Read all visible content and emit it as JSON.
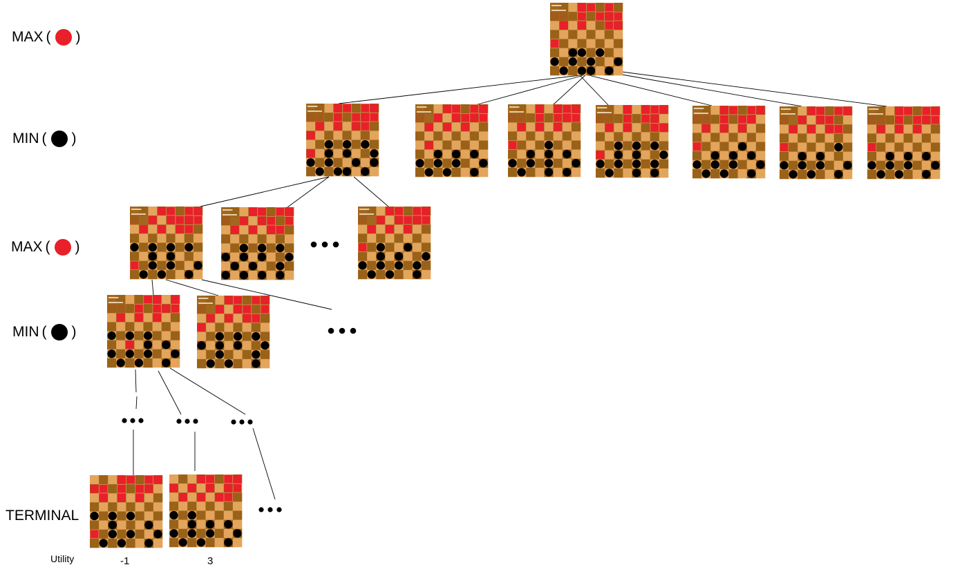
{
  "labels": {
    "max": "MAX",
    "min": "MIN",
    "terminal": "TERMINAL",
    "utility": "Utility",
    "open_paren": "(",
    "close_paren": ")"
  },
  "utility_values": [
    "-1",
    "3"
  ],
  "colors": {
    "light_square": "#e3a45c",
    "dark_square": "#9a6218",
    "red_piece": "#e8202a",
    "black_piece": "#000000",
    "edge": "#000000"
  }
}
